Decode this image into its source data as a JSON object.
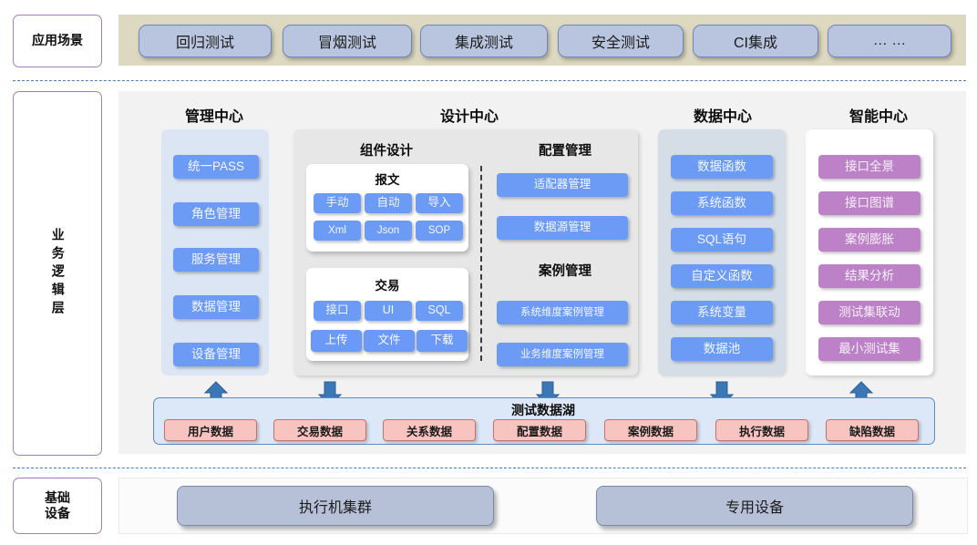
{
  "layers": {
    "scenario_label": "应用场景",
    "business_label": "业务逻辑层",
    "infra_label_line1": "基础",
    "infra_label_line2": "设备"
  },
  "scenarios": [
    {
      "label": "回归测试"
    },
    {
      "label": "冒烟测试"
    },
    {
      "label": "集成测试"
    },
    {
      "label": "安全测试"
    },
    {
      "label": "CI集成"
    },
    {
      "label": "… …"
    }
  ],
  "centers": {
    "management": {
      "title": "管理中心",
      "items": [
        "统一PASS",
        "角色管理",
        "服务管理",
        "数据管理",
        "设备管理"
      ]
    },
    "design": {
      "title": "设计中心",
      "component_design": {
        "title": "组件设计",
        "groups": [
          {
            "title": "报文",
            "row1": [
              "手动",
              "自动",
              "导入"
            ],
            "row2": [
              "Xml",
              "Json",
              "SOP"
            ]
          },
          {
            "title": "交易",
            "row1": [
              "接口",
              "UI",
              "SQL"
            ],
            "row2": [
              "上传",
              "文件",
              "下载"
            ]
          }
        ]
      },
      "config_management": {
        "title": "配置管理",
        "items": [
          "适配器管理",
          "数据源管理"
        ]
      },
      "case_management": {
        "title": "案例管理",
        "items": [
          "系统维度案例管理",
          "业务维度案例管理"
        ]
      }
    },
    "data": {
      "title": "数据中心",
      "items": [
        "数据函数",
        "系统函数",
        "SQL语句",
        "自定义函数",
        "系统变量",
        "数据池"
      ]
    },
    "intelligence": {
      "title": "智能中心",
      "items": [
        "接口全景",
        "接口图谱",
        "案例膨胀",
        "结果分析",
        "测试集联动",
        "最小测试集"
      ]
    }
  },
  "data_lake": {
    "title": "测试数据湖",
    "items": [
      "用户数据",
      "交易数据",
      "关系数据",
      "配置数据",
      "案例数据",
      "执行数据",
      "缺陷数据"
    ],
    "arrows": [
      {
        "direction": "up"
      },
      {
        "direction": "down"
      },
      {
        "direction": "down"
      },
      {
        "direction": "down"
      },
      {
        "direction": "up"
      }
    ]
  },
  "infrastructure": {
    "items": [
      "执行机集群",
      "专用设备"
    ]
  },
  "colors": {
    "scenario_band": "#ddd8c0",
    "scenario_pill": "#b9c5de",
    "core_band": "#f2f2f2",
    "chip_blue": "#6c9bf5",
    "chip_purple": "#bd81c8",
    "lake_fill": "#dce8f7",
    "lake_chip": "#f7c4c0",
    "divider": "#4a7ebb",
    "label_border": "#a77fc0",
    "infra_block": "#b6c1d8"
  }
}
